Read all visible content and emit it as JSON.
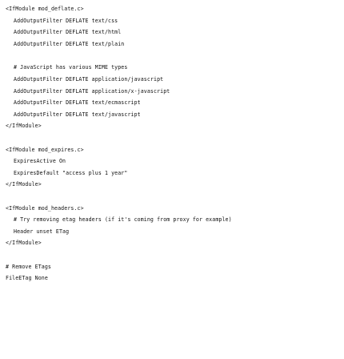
{
  "document": {
    "lines": [
      "<IfModule mod_deflate.c>",
      "AddOutputFilter DEFLATE text/css",
      "AddOutputFilter DEFLATE text/html",
      "AddOutputFilter DEFLATE text/plain",
      "# JavaScript has various MIME types",
      "AddOutputFilter DEFLATE application/javascript",
      "AddOutputFilter DEFLATE application/x-javascript",
      "AddOutputFilter DEFLATE text/ecmascript",
      "AddOutputFilter DEFLATE text/javascript",
      "</IfModule>",
      "<IfModule mod_expires.c>",
      "ExpiresActive On",
      "ExpiresDefault \"access plus 1 year\"",
      "</IfModule>",
      "<IfModule mod_headers.c>",
      "# Try removing etag headers (if it's coming from proxy for example)",
      "Header unset ETag",
      "</IfModule>",
      "# Remove ETags",
      "FileETag None"
    ]
  }
}
